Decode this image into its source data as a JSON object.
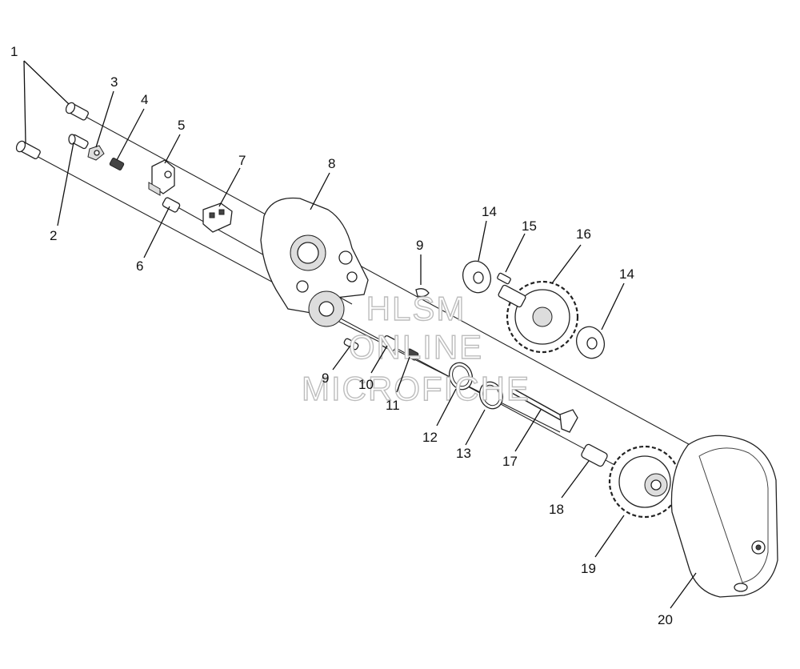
{
  "watermark": {
    "lines": [
      "HLSM",
      "ONLINE",
      "MICROFICHE"
    ],
    "color": "#bdbdbd"
  },
  "callouts": [
    {
      "id": "1",
      "text": "1"
    },
    {
      "id": "3",
      "text": "3"
    },
    {
      "id": "4",
      "text": "4"
    },
    {
      "id": "5",
      "text": "5"
    },
    {
      "id": "7",
      "text": "7"
    },
    {
      "id": "8",
      "text": "8"
    },
    {
      "id": "2",
      "text": "2"
    },
    {
      "id": "6",
      "text": "6"
    },
    {
      "id": "9a",
      "text": "9"
    },
    {
      "id": "14a",
      "text": "14"
    },
    {
      "id": "15",
      "text": "15"
    },
    {
      "id": "16",
      "text": "16"
    },
    {
      "id": "14b",
      "text": "14"
    },
    {
      "id": "9b",
      "text": "9"
    },
    {
      "id": "10",
      "text": "10"
    },
    {
      "id": "11",
      "text": "11"
    },
    {
      "id": "12",
      "text": "12"
    },
    {
      "id": "13",
      "text": "13"
    },
    {
      "id": "17",
      "text": "17"
    },
    {
      "id": "18",
      "text": "18"
    },
    {
      "id": "19",
      "text": "19"
    },
    {
      "id": "20",
      "text": "20"
    }
  ]
}
